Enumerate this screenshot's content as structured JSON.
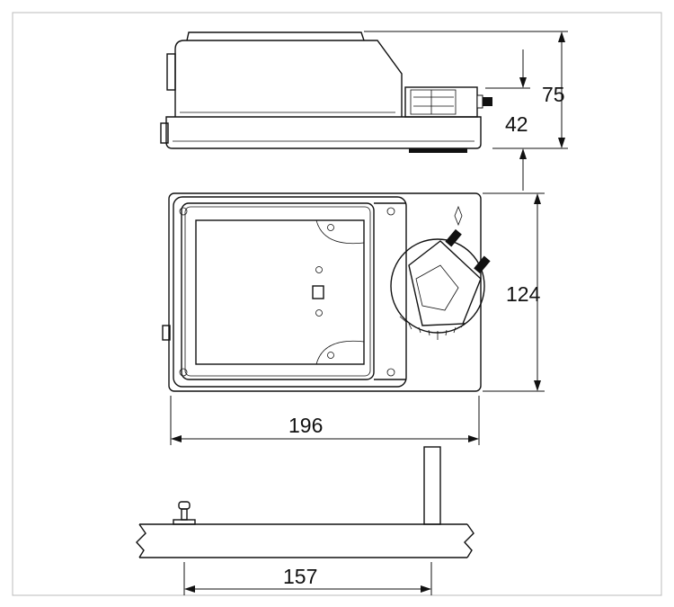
{
  "dimensions": {
    "height_total": "75",
    "height_base": "42",
    "depth": "124",
    "width": "196",
    "mount_distance": "157"
  },
  "colors": {
    "line": "#111111",
    "frame": "#bbbbbb"
  }
}
